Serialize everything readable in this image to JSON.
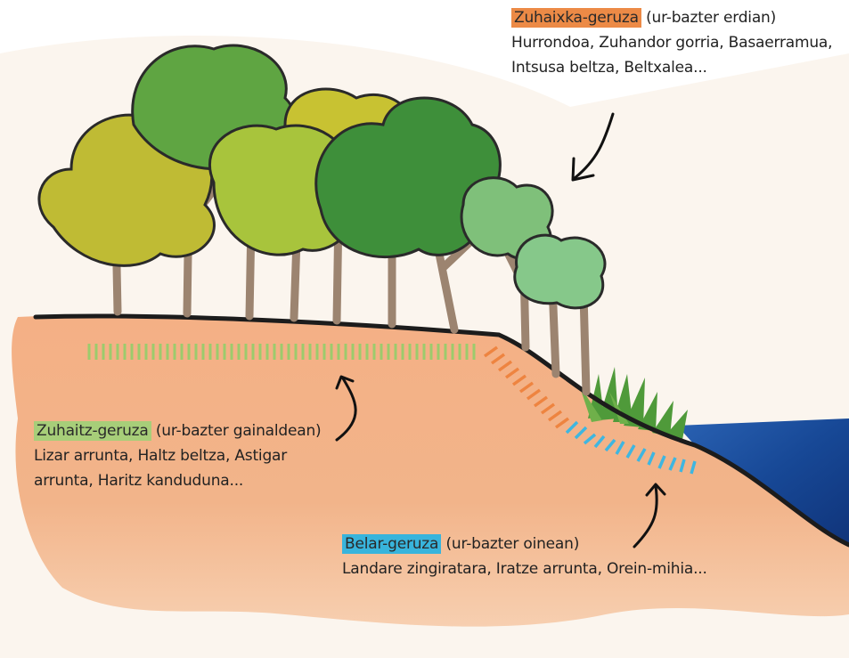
{
  "layers": {
    "shrub": {
      "name": "Zuhaixka-geruza",
      "position": "(ur-bazter erdian)",
      "species_line1": "Hurrondoa, Zuhandor gorria, Basaerramua,",
      "species_line2": "Intsusa beltza, Beltxalea..."
    },
    "tree": {
      "name": "Zuhaitz-geruza",
      "position": "(ur-bazter gainaldean)",
      "species_line1": "Lizar arrunta, Haltz beltza, Astigar",
      "species_line2": "arrunta, Haritz kanduduna..."
    },
    "herb": {
      "name": "Belar-geruza",
      "position": "(ur-bazter oinean)",
      "species_line1": "Landare zingiratara, Iratze arrunta, Orein-mihia..."
    }
  },
  "colors": {
    "shrub_highlight": "#ec8a46",
    "tree_highlight": "#a7ce79",
    "herb_highlight": "#38b4dc",
    "soil": "#f1ae84",
    "water": "#1d4f9e"
  }
}
